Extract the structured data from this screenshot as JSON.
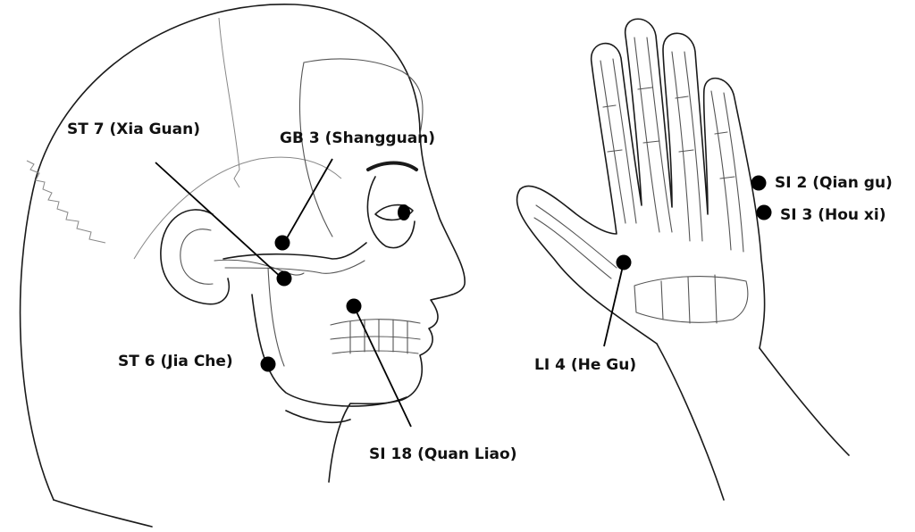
{
  "head": {
    "points": [
      {
        "id": "st7",
        "label": "ST 7 (Xia Guan)"
      },
      {
        "id": "gb3",
        "label": "GB 3 (Shangguan)"
      },
      {
        "id": "st6",
        "label": "ST 6 (Jia Che)"
      },
      {
        "id": "si18",
        "label": "SI 18 (Quan Liao)"
      }
    ]
  },
  "hand": {
    "points": [
      {
        "id": "si2",
        "label": "SI 2 (Qian gu)"
      },
      {
        "id": "si3",
        "label": "SI 3 (Hou xi)"
      },
      {
        "id": "li4",
        "label": "LI 4 (He Gu)"
      }
    ]
  },
  "colors": {
    "ink": "#1a1a1a",
    "point": "#000000",
    "background": "#ffffff"
  }
}
